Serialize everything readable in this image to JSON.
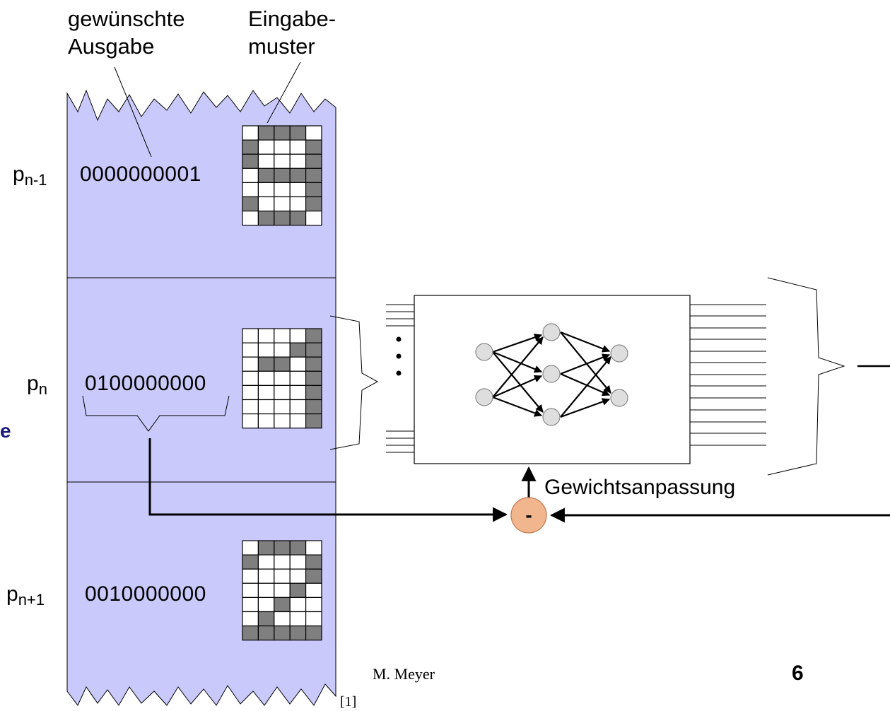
{
  "labels": {
    "desired_output": "gewünschte\nAusgabe",
    "input_pattern": "Eingabe-\nmuster",
    "weight_adjustment": "Gewichtsanpassung",
    "subtract_symbol": "-",
    "author": "M. Meyer",
    "page_number": "6",
    "citation": "[1]",
    "left_edge_fragment": "e"
  },
  "patterns": [
    {
      "base": "p",
      "sub": "n-1",
      "code": "0000000001",
      "grid": [
        [
          0,
          1,
          1,
          1,
          0
        ],
        [
          1,
          0,
          0,
          0,
          1
        ],
        [
          1,
          0,
          0,
          0,
          1
        ],
        [
          0,
          1,
          1,
          1,
          1
        ],
        [
          0,
          0,
          0,
          0,
          1
        ],
        [
          1,
          0,
          0,
          0,
          1
        ],
        [
          0,
          1,
          1,
          1,
          0
        ]
      ]
    },
    {
      "base": "p",
      "sub": "n",
      "code": "0100000000",
      "grid": [
        [
          0,
          0,
          0,
          0,
          1
        ],
        [
          0,
          0,
          0,
          1,
          1
        ],
        [
          0,
          1,
          1,
          0,
          1
        ],
        [
          0,
          0,
          0,
          0,
          1
        ],
        [
          0,
          0,
          0,
          0,
          1
        ],
        [
          0,
          0,
          0,
          0,
          1
        ],
        [
          0,
          0,
          0,
          0,
          1
        ]
      ]
    },
    {
      "base": "p",
      "sub": "n+1",
      "code": "0010000000",
      "grid": [
        [
          0,
          1,
          1,
          1,
          0
        ],
        [
          1,
          0,
          0,
          0,
          1
        ],
        [
          0,
          0,
          0,
          0,
          1
        ],
        [
          0,
          0,
          0,
          1,
          0
        ],
        [
          0,
          0,
          1,
          0,
          0
        ],
        [
          0,
          1,
          0,
          0,
          0
        ],
        [
          1,
          1,
          1,
          1,
          1
        ]
      ]
    }
  ],
  "colors": {
    "panel": "#c9c9fb",
    "cell_on": "#7f7f7f",
    "cell_off": "#ffffff",
    "subtract_node": "#f2b68e",
    "neuron": "#dedede",
    "left_edge_text": "#1a1a7a"
  }
}
